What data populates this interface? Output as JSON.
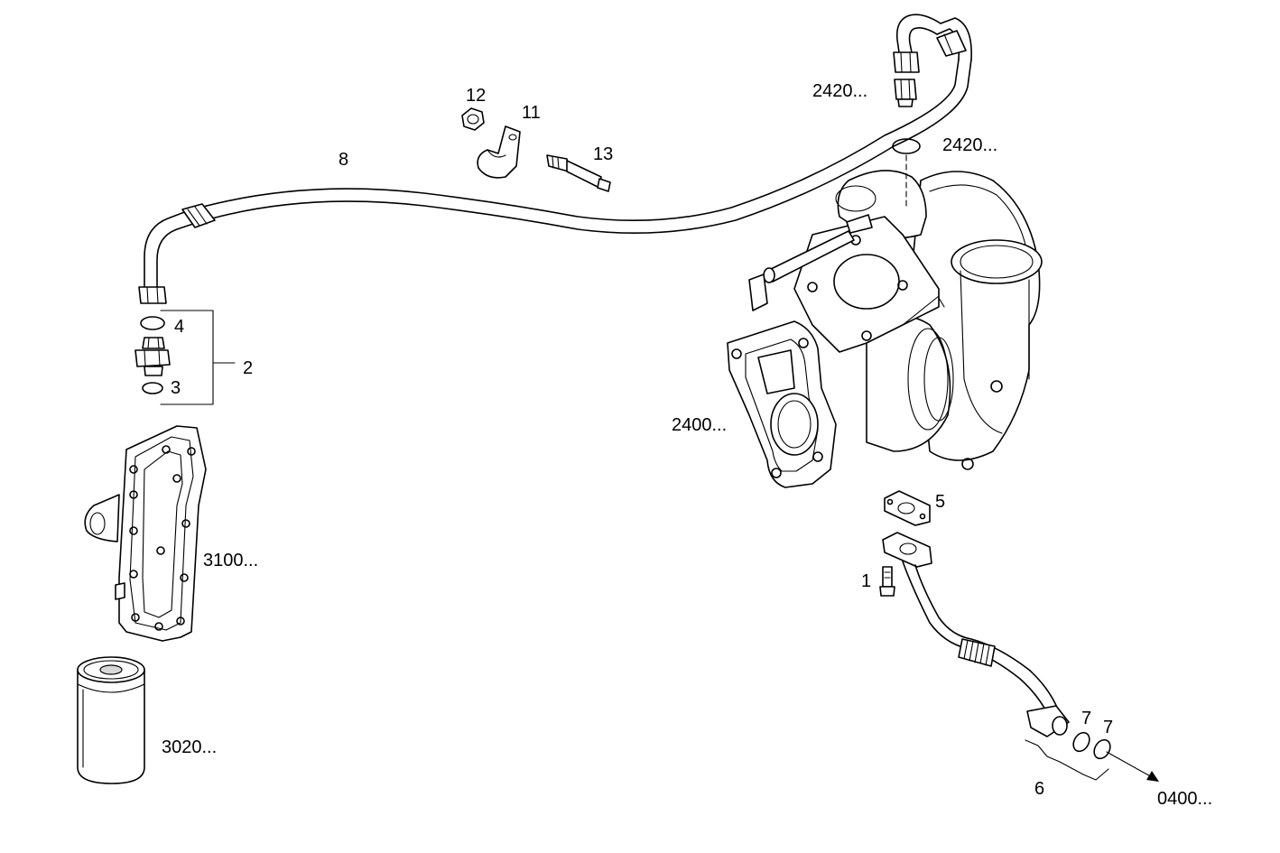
{
  "callouts": {
    "c1": "1",
    "c2": "2",
    "c3": "3",
    "c4": "4",
    "c5": "5",
    "c6": "6",
    "c7a": "7",
    "c7b": "7",
    "c8": "8",
    "c11": "11",
    "c12": "12",
    "c13": "13",
    "c2400": "2400...",
    "c2420a": "2420...",
    "c2420b": "2420...",
    "c3020": "3020...",
    "c3100": "3100...",
    "c0400": "0400..."
  }
}
